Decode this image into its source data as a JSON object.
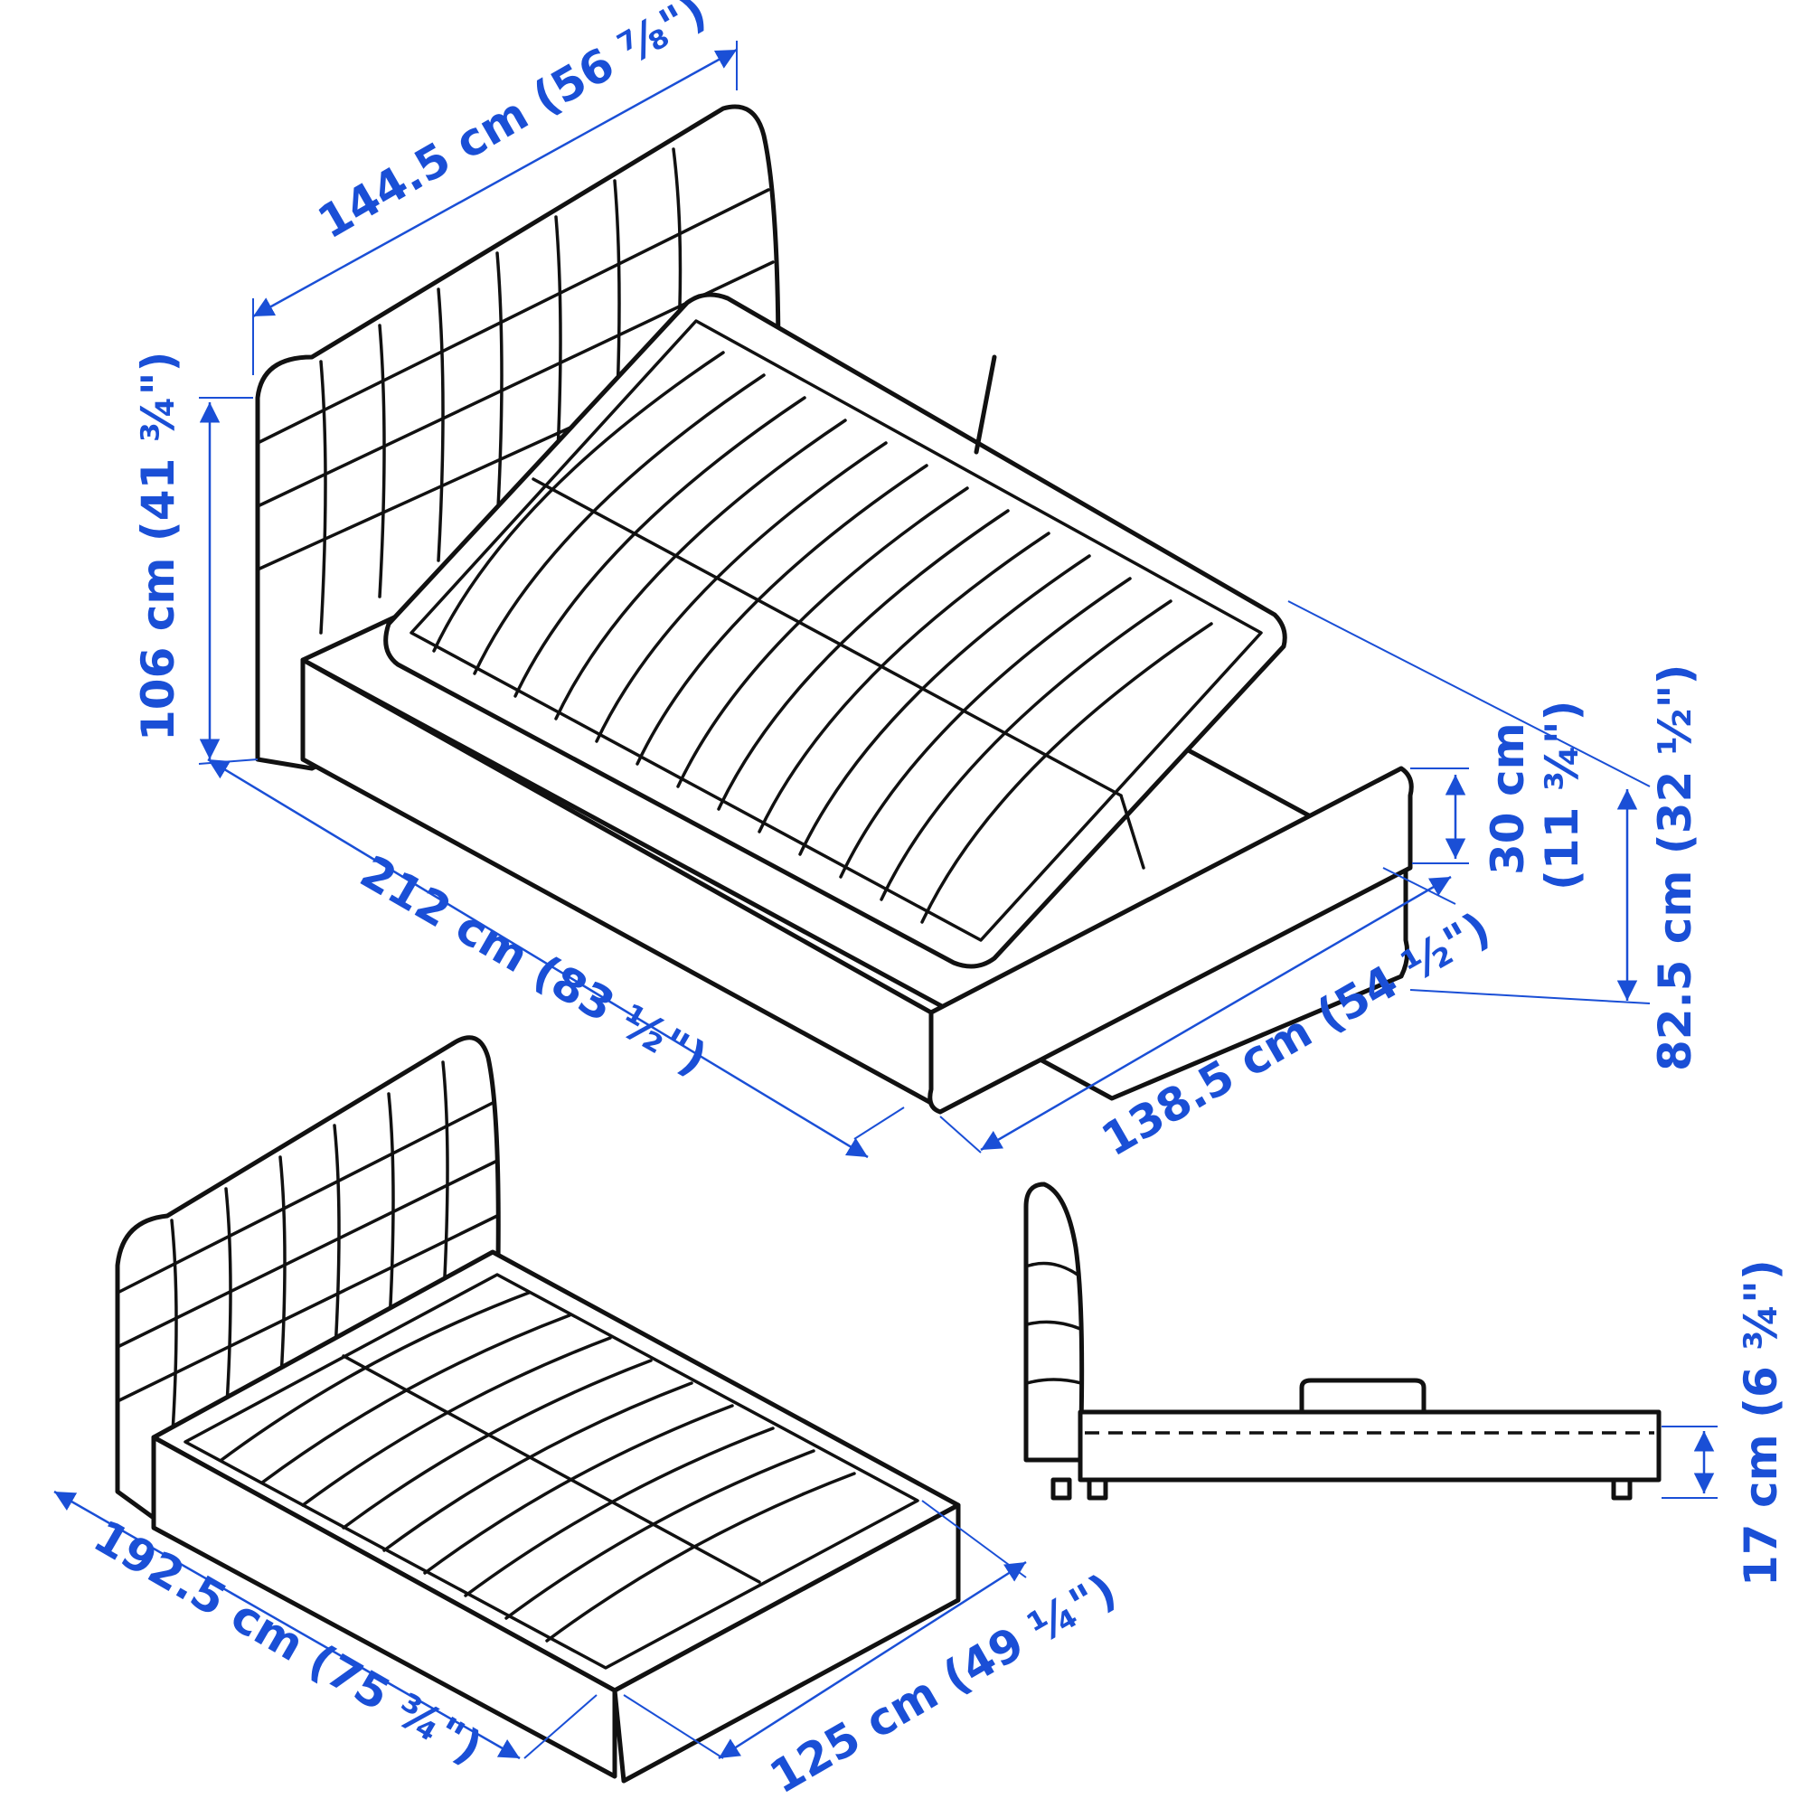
{
  "colors": {
    "dimension": "#1a4fd6",
    "line": "#111111",
    "background": "#ffffff"
  },
  "dimensions": {
    "headboard_width": "144.5 cm (56 ⅞\")",
    "headboard_height": "106 cm (41 ¾\")",
    "length": "212 cm (83 ½\")",
    "width": "138.5 cm (54 ½\")",
    "lift_height_cm": "30 cm",
    "lift_height_in": "(11 ¾\")",
    "open_height": "82.5 cm (32 ½\")",
    "slat_length": "192.5 cm (75 ¾\")",
    "slat_width": "125 cm (49 ¼\")",
    "base_height": "17 cm (6 ¾\")"
  }
}
